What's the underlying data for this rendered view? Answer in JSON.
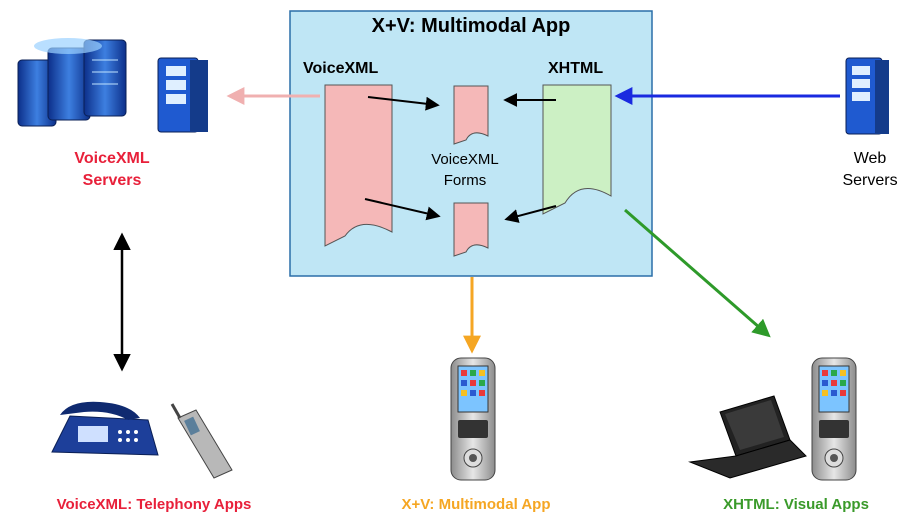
{
  "title": "X+V: Multimodal App",
  "labels": {
    "voicexml": "VoiceXML",
    "xhtml": "XHTML",
    "voicexml_forms_line1": "VoiceXML",
    "voicexml_forms_line2": "Forms",
    "voicexml_servers_line1": "VoiceXML",
    "voicexml_servers_line2": "Servers",
    "web_servers_line1": "Web",
    "web_servers_line2": "Servers"
  },
  "bottom_labels": {
    "telephony": "VoiceXML: Telephony Apps",
    "multimodal": "X+V: Multimodal App",
    "visual": "XHTML: Visual Apps"
  },
  "colors": {
    "box_fill": "#bfe6f5",
    "box_border": "#2a6fa8",
    "voicexml_doc": "#f5b8b8",
    "xhtml_doc": "#ccf0c4",
    "red_label": "#e8203a",
    "orange": "#f5a623",
    "green": "#2e9a2a",
    "blue": "#1a2ae0",
    "pink_arrow": "#f0b0b0"
  },
  "icons": [
    "server-rack-icon",
    "server-tower-icon",
    "web-server-icon",
    "desk-phone-icon",
    "mobile-phone-icon",
    "pda-icon",
    "laptop-icon"
  ]
}
